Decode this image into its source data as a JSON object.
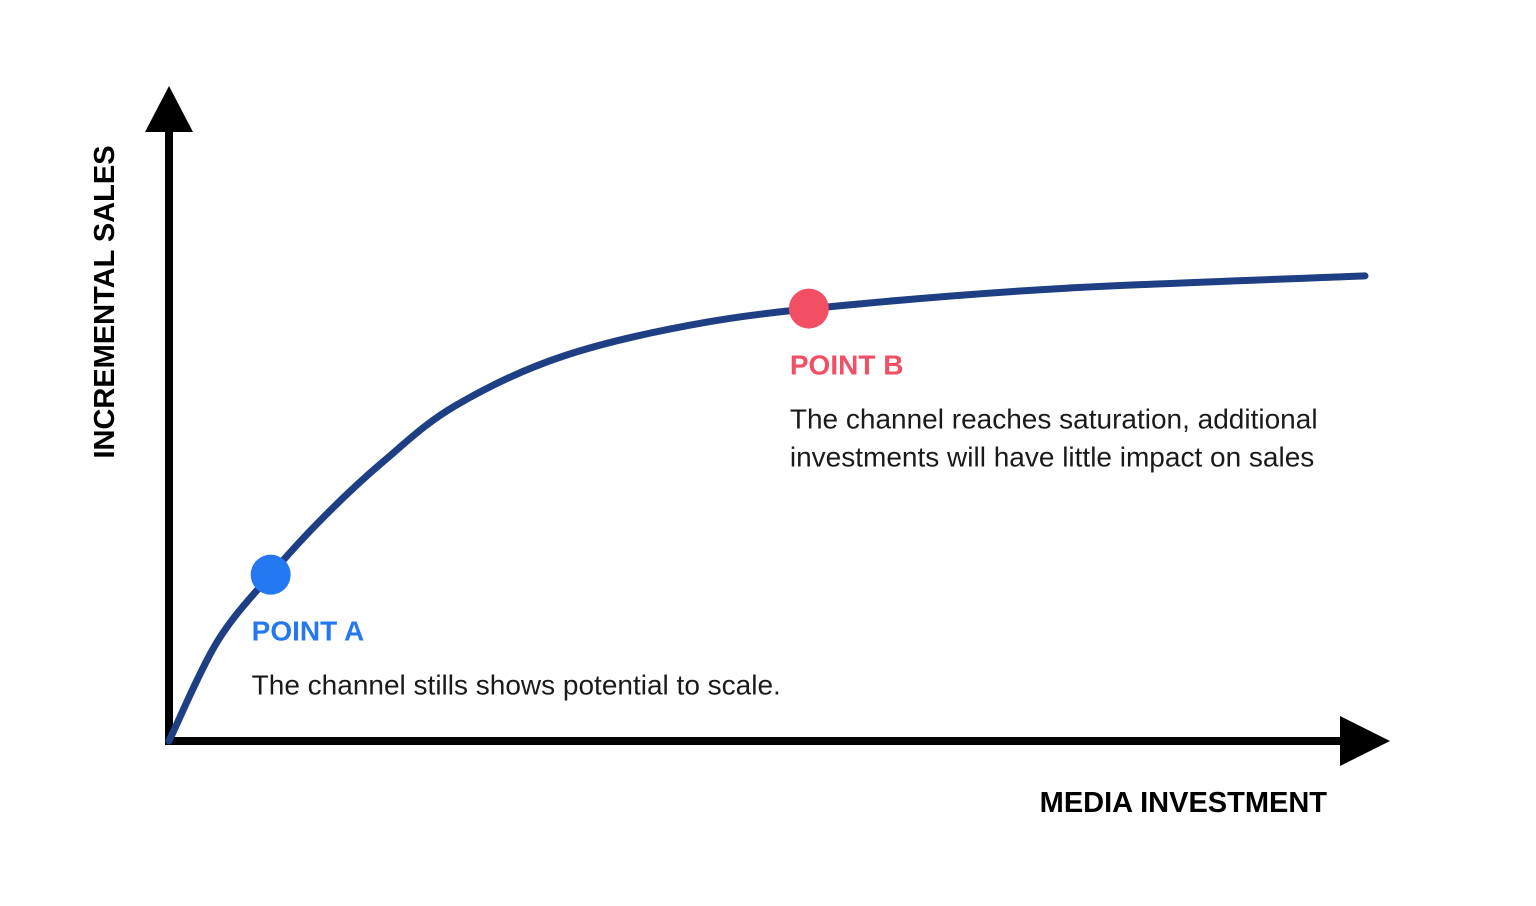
{
  "chart_data": {
    "type": "line",
    "xlabel": "MEDIA INVESTMENT",
    "ylabel": "INCREMENTAL SALES",
    "grid": false,
    "xlim": [
      0,
      100
    ],
    "ylim": [
      0,
      100
    ],
    "series": [
      {
        "color": "#1f3f85",
        "x": [
          0,
          4,
          8.5,
          13,
          18,
          24,
          33,
          45,
          58,
          75,
          100
        ],
        "y": [
          0,
          16,
          27,
          36.5,
          45.5,
          54.5,
          62.5,
          68,
          71,
          73.5,
          75.5
        ]
      }
    ],
    "annotations": [
      {
        "title": "POINT A",
        "lines": [
          "The channel stills shows potential to scale."
        ],
        "x": 8.5,
        "y": 27,
        "color": "#2479f2"
      },
      {
        "title": "POINT B",
        "lines": [
          "The channel reaches saturation, additional",
          "investments will have little impact on sales"
        ],
        "x": 53.5,
        "y": 70.2,
        "color": "#f24e64"
      }
    ]
  }
}
